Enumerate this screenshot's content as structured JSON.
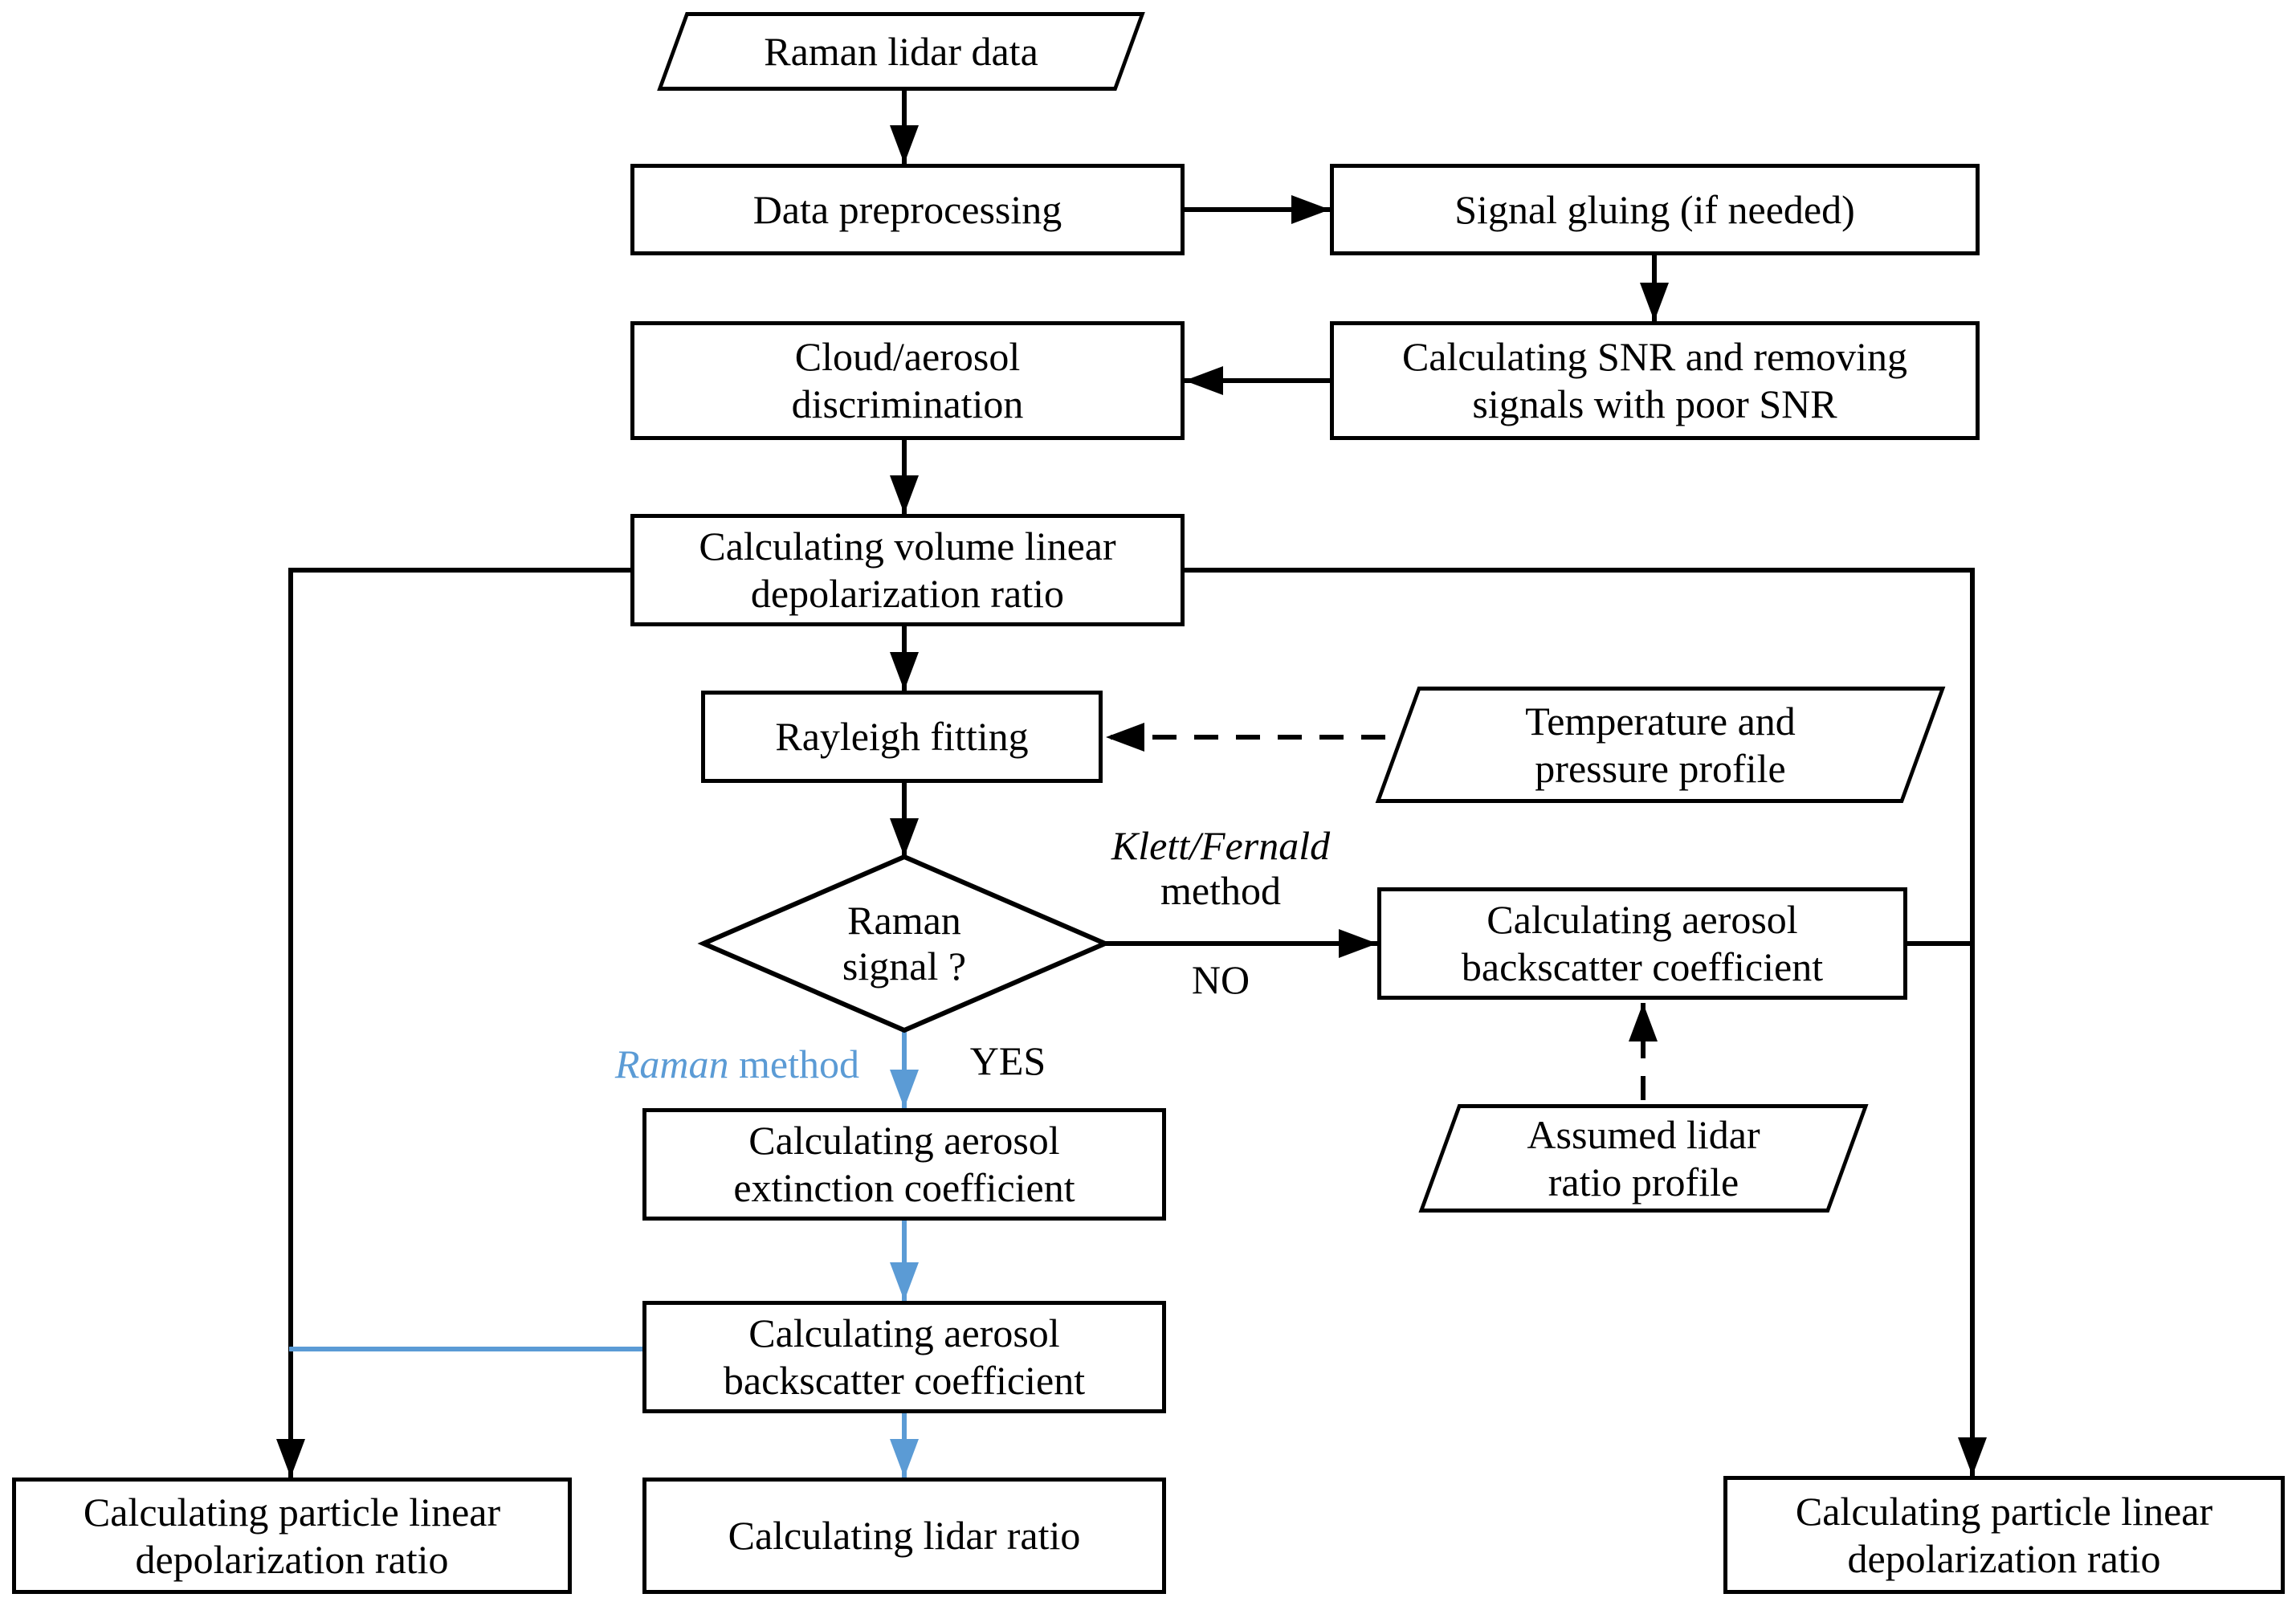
{
  "colors": {
    "line": "#000000",
    "accent_blue": "#5B9BD5",
    "node_fill": "#ffffff",
    "background": "#ffffff"
  },
  "nodes": {
    "raman_lidar_data": {
      "label": "Raman lidar data",
      "shape": "parallelogram"
    },
    "data_preprocessing": {
      "label": "Data preprocessing",
      "shape": "rect"
    },
    "signal_gluing": {
      "label": "Signal gluing (if needed)",
      "shape": "rect"
    },
    "calc_snr": {
      "label": "Calculating SNR and removing\nsignals with poor SNR",
      "shape": "rect"
    },
    "cloud_aerosol": {
      "label": "Cloud/aerosol\ndiscrimination",
      "shape": "rect"
    },
    "volume_depol": {
      "label": "Calculating volume linear\ndepolarization ratio",
      "shape": "rect"
    },
    "rayleigh_fitting": {
      "label": "Rayleigh fitting",
      "shape": "rect"
    },
    "temp_pressure": {
      "label": "Temperature and\npressure profile",
      "shape": "parallelogram"
    },
    "raman_signal_decision": {
      "label": "Raman\nsignal ?",
      "shape": "diamond"
    },
    "backscatter_klett": {
      "label": "Calculating aerosol\nbackscatter coefficient",
      "shape": "rect"
    },
    "assumed_lidar_ratio": {
      "label": "Assumed lidar\nratio profile",
      "shape": "parallelogram"
    },
    "extinction": {
      "label": "Calculating aerosol\nextinction coefficient",
      "shape": "rect"
    },
    "backscatter_raman": {
      "label": "Calculating aerosol\nbackscatter coefficient",
      "shape": "rect"
    },
    "lidar_ratio": {
      "label": "Calculating lidar ratio",
      "shape": "rect"
    },
    "particle_depol_left": {
      "label": "Calculating particle linear\ndepolarization ratio",
      "shape": "rect"
    },
    "particle_depol_right": {
      "label": "Calculating particle linear\ndepolarization ratio",
      "shape": "rect"
    }
  },
  "edge_labels": {
    "klett_fernald_italic": "Klett/Fernald",
    "klett_fernald_rest": "method",
    "no": "NO",
    "yes": "YES",
    "raman_method_italic": "Raman",
    "raman_method_rest": " method"
  }
}
